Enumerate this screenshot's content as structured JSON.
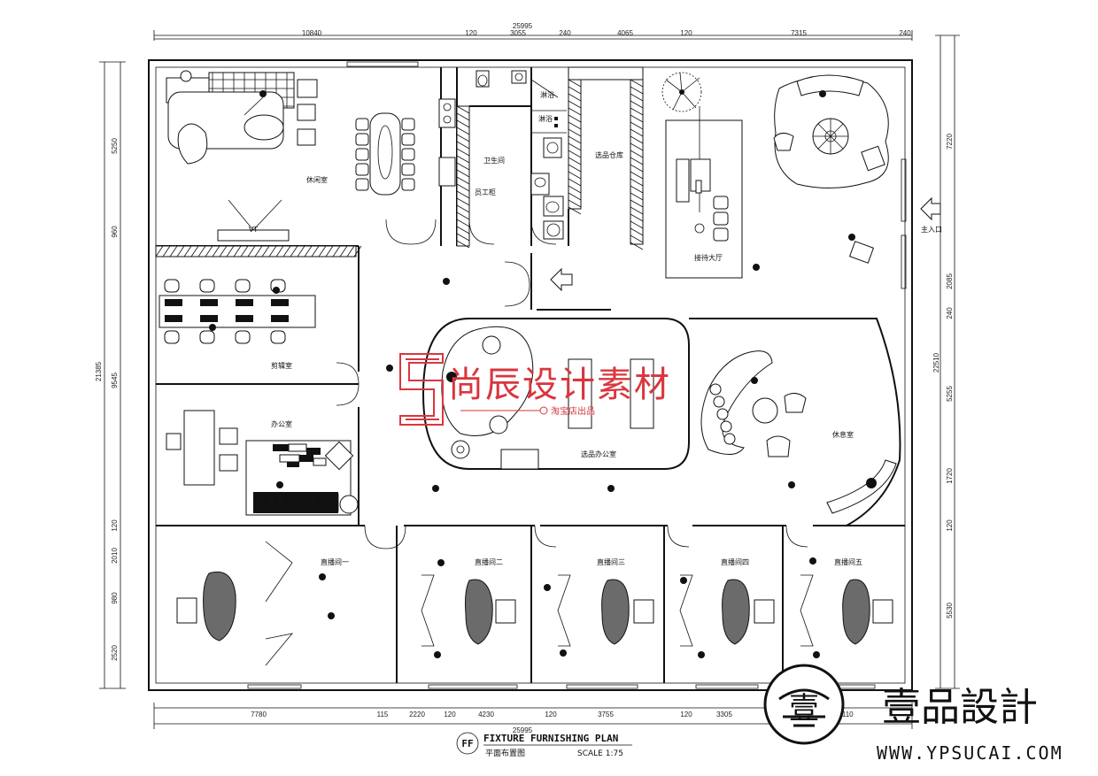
{
  "drawing": {
    "title": "FIXTURE FURNISHING PLAN",
    "subtitle": "平面布置图",
    "scale": "SCALE 1:75",
    "tag": "FF"
  },
  "dimensions": {
    "top_total": "25995",
    "top": [
      "10840",
      "120",
      "3055",
      "240",
      "4065",
      "120",
      "7315",
      "240"
    ],
    "bottom_total": "25995",
    "bottom": [
      "7780",
      "115",
      "2220",
      "120",
      "4230",
      "120",
      "3755",
      "120",
      "3305",
      "120",
      "3110"
    ],
    "left_total": "21385",
    "left": [
      "5250",
      "960",
      "9545",
      "120",
      "2010",
      "980",
      "2520"
    ],
    "right_total": "22510",
    "right": [
      "7220",
      "2085",
      "240",
      "5255",
      "1720",
      "120",
      "5530"
    ]
  },
  "rooms": {
    "lounge": "休闲室",
    "tv": "VT",
    "bathroom": "卫生间",
    "shower1": "淋浴",
    "shower2": "淋浴",
    "staff_cabinet": "员工柜",
    "warehouse": "选品仓库",
    "reception": "接待大厅",
    "entrance": "主入口",
    "editing": "剪辑室",
    "office": "办公室",
    "selection_office": "选品办公室",
    "rest_room": "休息室",
    "live1": "直播间一",
    "live2": "直播间二",
    "live3": "直播间三",
    "live4": "直播间四",
    "live5": "直播间五"
  },
  "watermark": {
    "text": "尚辰设计素材",
    "sub": "淘宝店出品"
  },
  "brand": {
    "name": "壹品設計",
    "url": "WWW.YPSUCAI.COM",
    "logo_char": "壹"
  },
  "colors": {
    "ink": "#111111",
    "watermark_red": "#d9363e",
    "furniture_gray": "#6b6b6b"
  }
}
